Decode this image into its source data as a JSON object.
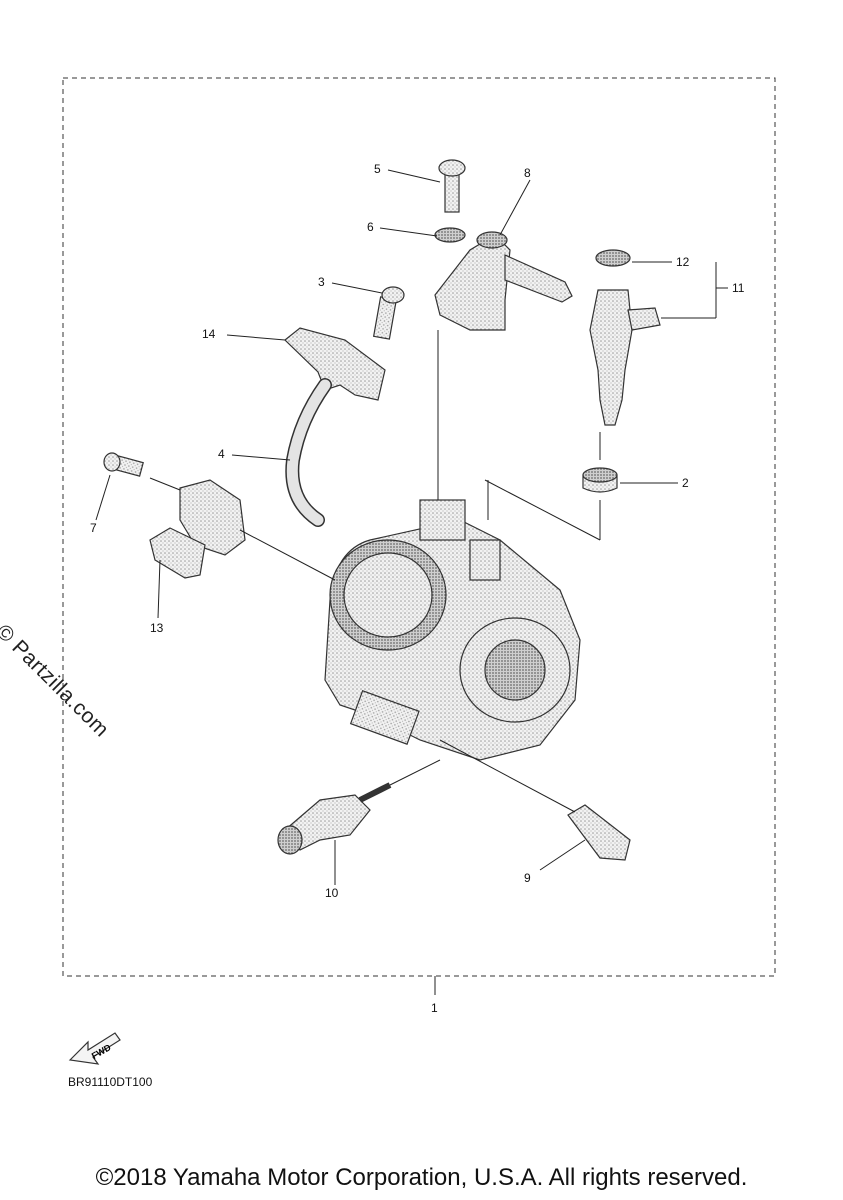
{
  "callouts": [
    "1",
    "2",
    "3",
    "4",
    "5",
    "6",
    "7",
    "8",
    "9",
    "10",
    "11",
    "12",
    "13",
    "14"
  ],
  "fwd_label": "FWD",
  "diagram_code": "BR91110DT100",
  "watermark": "© Partzilla.com",
  "copyright": "©2018 Yamaha Motor Corporation, U.S.A. All rights reserved."
}
